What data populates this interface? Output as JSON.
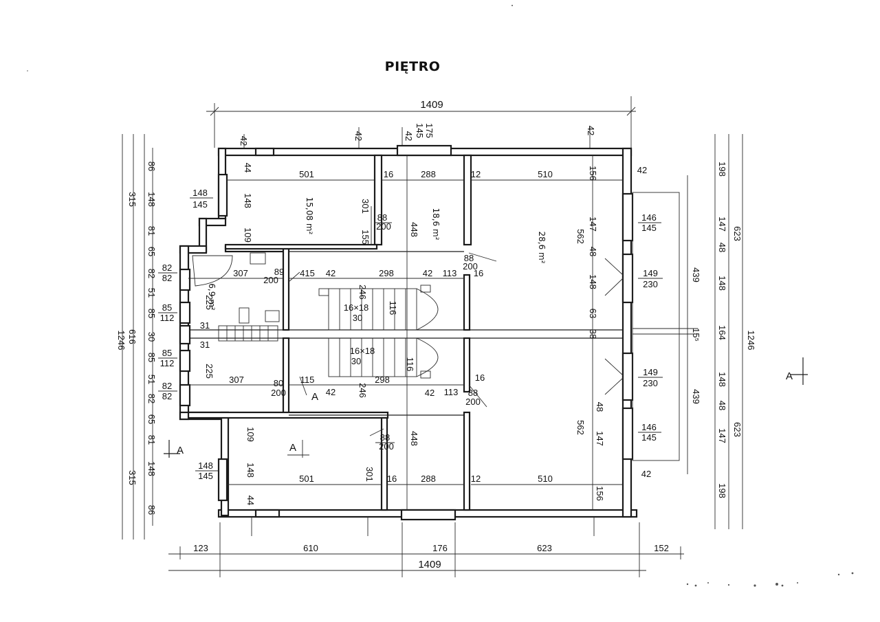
{
  "title": "PIĘTRO",
  "overall": {
    "top": "1409",
    "bottom": "1409"
  },
  "bottom_chain": [
    "123",
    "610",
    "176",
    "623",
    "152"
  ],
  "left_outer": "1246",
  "left_mid": [
    "315",
    "616",
    "315"
  ],
  "left_inner": [
    "86",
    "148",
    "81",
    "65",
    "82",
    "51",
    "85",
    "30",
    "85",
    "51",
    "82",
    "65",
    "81",
    "148",
    "86"
  ],
  "right_outer": "1246",
  "right_mid": [
    "623",
    "623"
  ],
  "right_inner": [
    "198",
    "147",
    "48",
    "148",
    "164",
    "148",
    "48",
    "147",
    "198"
  ],
  "right_balcony": [
    "439",
    "15⁵",
    "439"
  ],
  "top_small": [
    "42",
    "42",
    "42",
    "175",
    "145",
    "42"
  ],
  "rooms": {
    "r1_area": "15,08 m²",
    "r2_area": "18,6 m²",
    "r3_area": "28,6 m²",
    "r4_area": "6,9 m²"
  },
  "labels": {
    "r1_width": "501",
    "r2_width": "288",
    "r3_width": "510",
    "r1_width_b": "501",
    "r2_width_b": "288",
    "r3_width_b": "510",
    "d16a": "16",
    "d16b": "16",
    "d12a": "12",
    "d12b": "12",
    "d301a": "301",
    "d301b": "301",
    "d448a": "448",
    "d448b": "448",
    "d562a": "562",
    "d562b": "562",
    "win148_top": "148",
    "win145_top": "145",
    "win148_bot": "148",
    "win145_bot": "145",
    "win146_top": "146",
    "win145r_top": "145",
    "win149_top": "149",
    "win230_top": "230",
    "win149_bot": "149",
    "win230_bot": "230",
    "win146_bot": "146",
    "win145r_bot": "145",
    "l82a": "82",
    "l82b": "82",
    "l85a": "85",
    "l112a": "112",
    "l85b": "85",
    "l112b": "112",
    "l82c": "82",
    "l82d": "82",
    "d307a": "307",
    "d307b": "307",
    "d225a": "225",
    "d225b": "225",
    "d415": "415",
    "d115": "115",
    "d42a": "42",
    "d42b": "42",
    "d298a": "298",
    "d298b": "298",
    "d113a": "113",
    "d113b": "113",
    "d16c": "16",
    "d16d": "16",
    "d42c": "42",
    "d42d": "42",
    "stairs_a": "16×18",
    "stairs_a2": "30",
    "stairs_b": "16×18",
    "stairs_b2": "30",
    "door88a": "88",
    "door200a": "200",
    "door88b": "88",
    "door200b": "200",
    "door89": "89",
    "door200c": "200",
    "door80": "80",
    "door200d": "200",
    "door88c": "88",
    "door200e": "200",
    "door88d": "88",
    "door200f": "200",
    "d246a": "246",
    "d246b": "246",
    "d116a": "116",
    "d116b": "116",
    "d156a": "156",
    "d156b": "156",
    "d147a": "147",
    "d147b": "147",
    "d48a": "48",
    "d48b": "48",
    "d148c": "148",
    "d63": "63",
    "d38": "38",
    "d42r1": "42",
    "d42r2": "42",
    "d44a": "44",
    "d44b": "44",
    "d109a": "109",
    "d109b": "109",
    "d148r1": "148",
    "d148r2": "148",
    "d155a": "155",
    "d31a": "31",
    "d31b": "31",
    "sectionA": "A",
    "sectionA2": "A",
    "sectionA3": "A",
    "sectionA4": "A"
  }
}
